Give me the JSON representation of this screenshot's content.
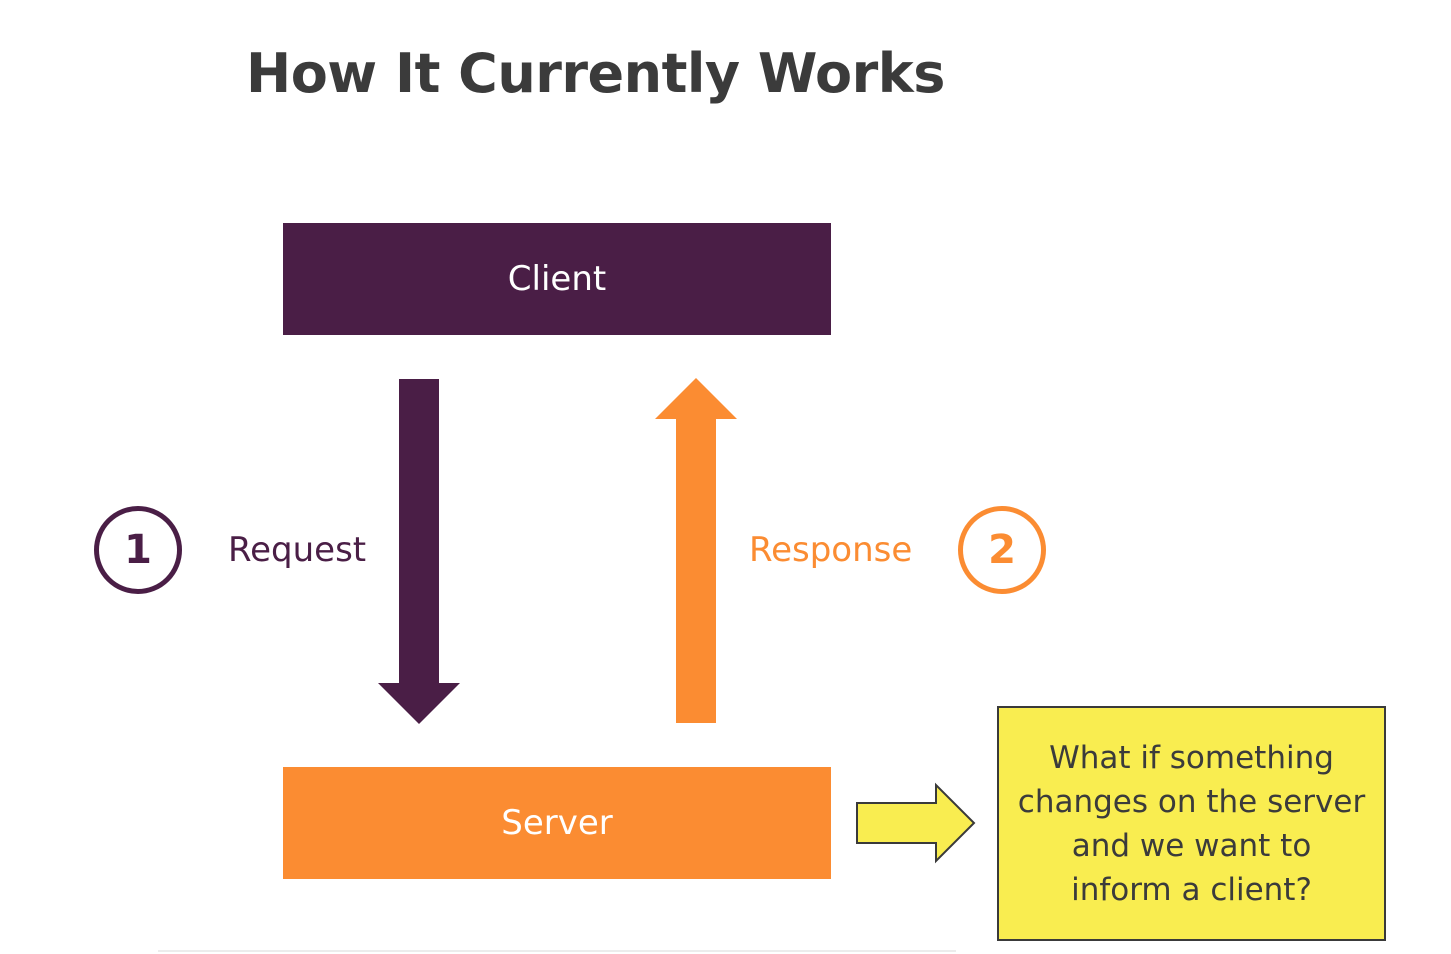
{
  "title": "How It Currently Works",
  "client": {
    "label": "Client"
  },
  "server": {
    "label": "Server"
  },
  "request": {
    "step": "1",
    "label": "Request"
  },
  "response": {
    "step": "2",
    "label": "Response"
  },
  "note": {
    "text": "What if something changes on the server and we want to inform a client?"
  },
  "colors": {
    "purple": "#4a1e46",
    "orange": "#fb8c32",
    "yellow": "#f9ed50",
    "text": "#3b3b3b"
  }
}
